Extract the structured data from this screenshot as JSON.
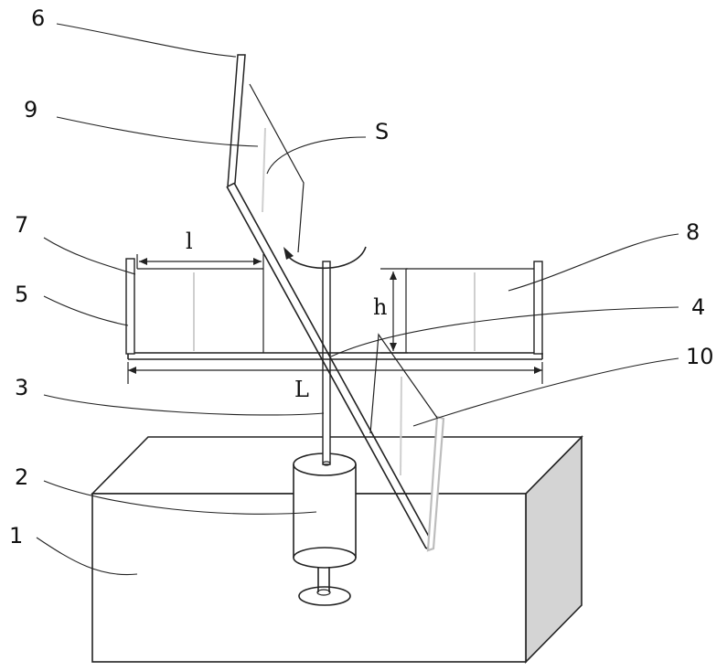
{
  "labels": {
    "n1": "1",
    "n2": "2",
    "n3": "3",
    "n4": "4",
    "n5": "5",
    "n6": "6",
    "n7": "7",
    "n8": "8",
    "n9": "9",
    "n10": "10",
    "S": "S",
    "l": "l",
    "h": "h",
    "L": "L"
  },
  "colors": {
    "line": "#222222",
    "box_side": "#d4d4d4",
    "background": "#ffffff"
  }
}
